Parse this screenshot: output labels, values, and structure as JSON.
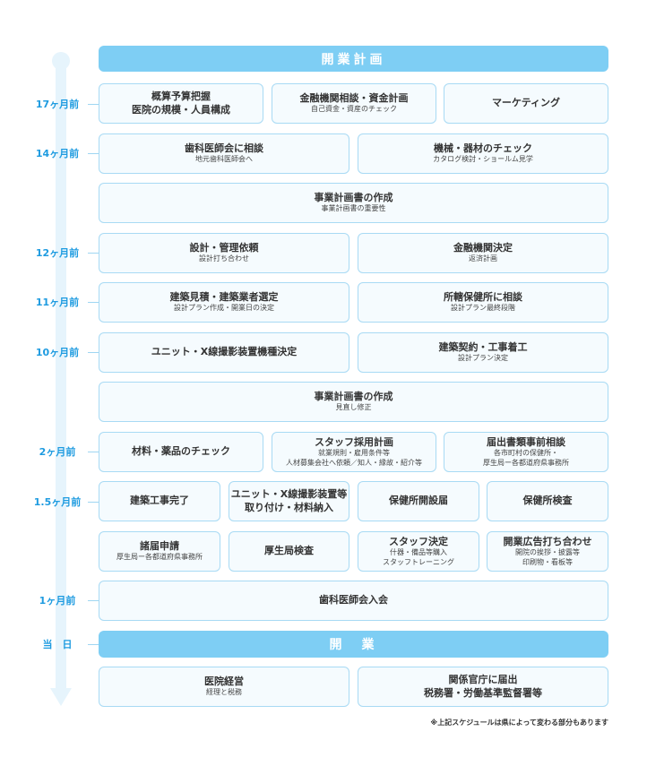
{
  "headers": {
    "plan": "開業計画",
    "open": "開　業"
  },
  "labels": [
    "17ヶ月前",
    "14ヶ月前",
    "12ヶ月前",
    "11ヶ月前",
    "10ヶ月前",
    "2ヶ月前",
    "1.5ヶ月前",
    "1ヶ月前",
    "当　日"
  ],
  "boxes": [
    {
      "t": "概算予算把握",
      "t2": "医院の規模・人員構成"
    },
    {
      "t": "金融機関相談・資金計画",
      "s": "自己資金・資産のチェック"
    },
    {
      "t": "マーケティング"
    },
    {
      "t": "歯科医師会に相談",
      "s": "地元歯科医師会へ"
    },
    {
      "t": "機械・器材のチェック",
      "s": "カタログ検討・ショールム見学"
    },
    {
      "t": "事業計画書の作成",
      "s": "事業計画書の重要性"
    },
    {
      "t": "設計・管理依頼",
      "s": "設計打ち合わせ"
    },
    {
      "t": "金融機関決定",
      "s": "返済計画"
    },
    {
      "t": "建築見積・建築業者選定",
      "s": "設計プラン作成・開業日の決定"
    },
    {
      "t": "所轄保健所に相談",
      "s": "設計プラン最終段階"
    },
    {
      "t": "ユニット・X線撮影装置機種決定"
    },
    {
      "t": "建築契約・工事着工",
      "s": "設計プラン決定"
    },
    {
      "t": "事業計画書の作成",
      "s": "見直し修正"
    },
    {
      "t": "材料・薬品のチェック"
    },
    {
      "t": "スタッフ採用計画",
      "s": "就業規則・雇用条件等",
      "s2": "人材募集会社へ依頼／知人・縁故・紹介等"
    },
    {
      "t": "届出書類事前相談",
      "s": "各市町村の保健所・",
      "s2": "厚生局ー各都道府県事務所"
    },
    {
      "t": "建築工事完了"
    },
    {
      "t": "ユニット・X線撮影装置等",
      "t2": "取り付け・材料納入"
    },
    {
      "t": "保健所開設届"
    },
    {
      "t": "保健所検査"
    },
    {
      "t": "諸届申請",
      "s": "厚生局ー各都道府県事務所"
    },
    {
      "t": "厚生局検査"
    },
    {
      "t": "スタッフ決定",
      "s": "什器・備品等購入",
      "s2": "スタッフトレーニング"
    },
    {
      "t": "開業広告打ち合わせ",
      "s": "開院の挨拶・披露等",
      "s2": "印刷物・看板等"
    },
    {
      "t": "歯科医師会入会"
    },
    {
      "t": "医院経営",
      "s": "経理と税務"
    },
    {
      "t": "関係官庁に届出",
      "t2": "税務署・労働基準監督署等"
    }
  ],
  "note": "※上記スケジュールは県によって変わる部分もあります"
}
